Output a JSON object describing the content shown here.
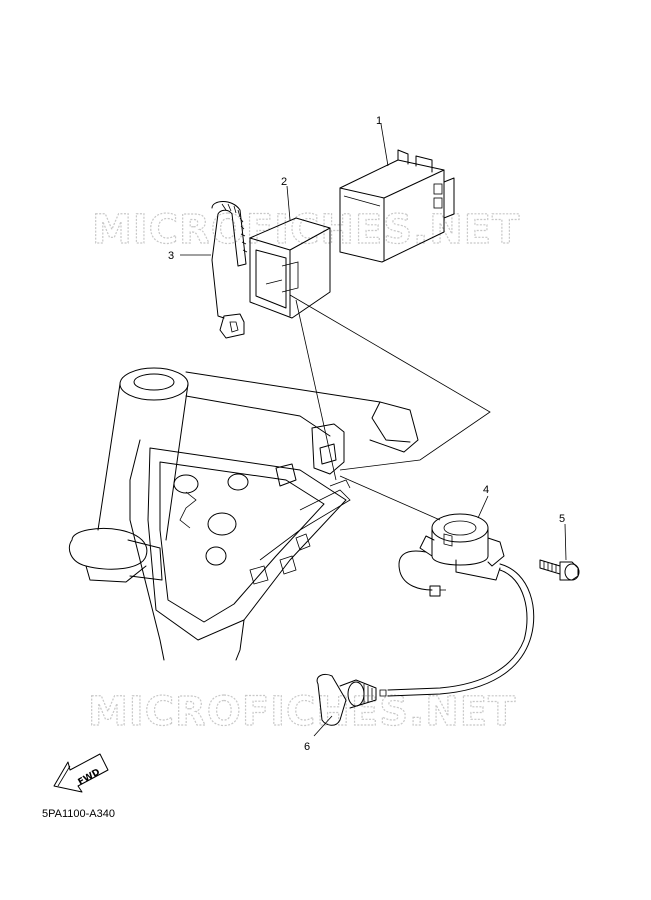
{
  "diagram": {
    "callouts": [
      "1",
      "2",
      "3",
      "4",
      "5",
      "6"
    ],
    "fwd_label": "FWD",
    "drawing_code": "5PA1100-A340"
  },
  "watermark": {
    "text": "MICROFICHES.NET"
  }
}
